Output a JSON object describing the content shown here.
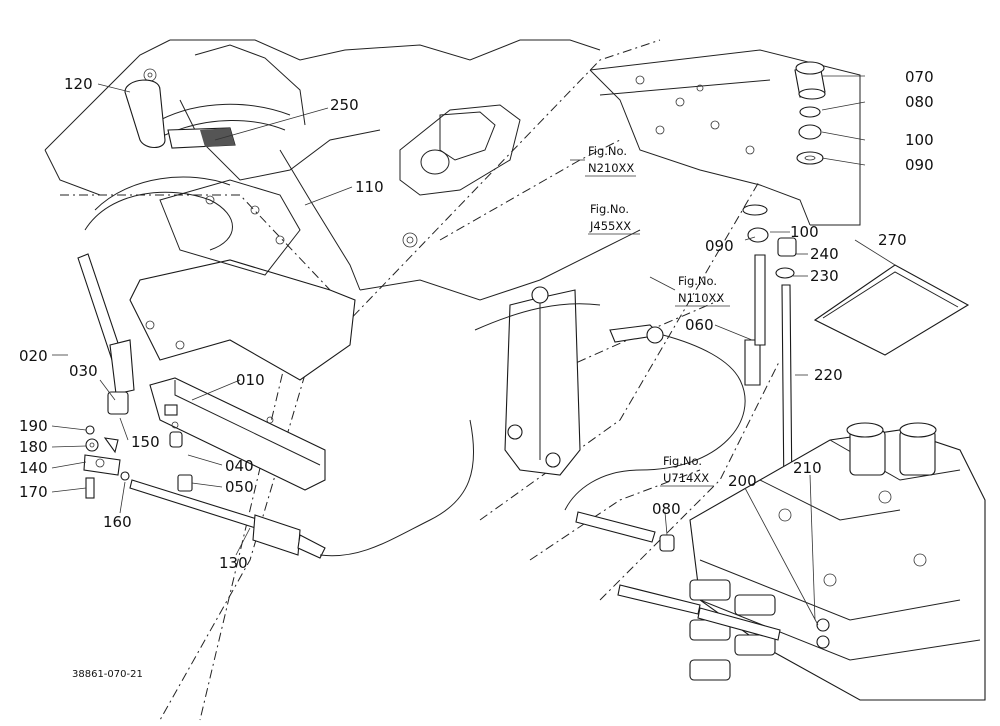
{
  "drawing_id": "38861-070-21",
  "part_labels": {
    "p010": "010",
    "p020": "020",
    "p030": "030",
    "p040": "040",
    "p050": "050",
    "p060": "060",
    "p070": "070",
    "p080a": "080",
    "p080b": "080",
    "p090a": "090",
    "p090b": "090",
    "p100a": "100",
    "p100b": "100",
    "p110": "110",
    "p120": "120",
    "p130": "130",
    "p140": "140",
    "p150": "150",
    "p160": "160",
    "p170": "170",
    "p180": "180",
    "p190": "190",
    "p200": "200",
    "p210": "210",
    "p220": "220",
    "p230": "230",
    "p240": "240",
    "p250": "250",
    "p270": "270"
  },
  "figure_refs": [
    {
      "title": "Fig.No.",
      "code": "N210XX"
    },
    {
      "title": "Fig.No.",
      "code": "J455XX"
    },
    {
      "title": "Fig.No.",
      "code": "N110XX"
    },
    {
      "title": "Fig.No.",
      "code": "U714XX"
    }
  ]
}
